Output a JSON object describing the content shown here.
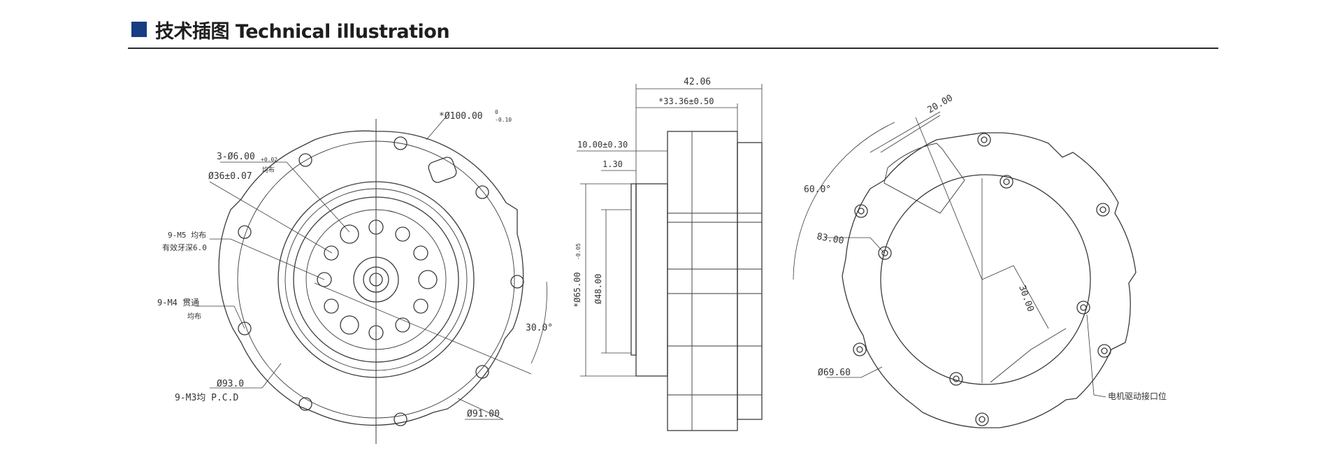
{
  "header": {
    "title": "技术插图 Technical illustration",
    "accent_color": "#173d82"
  },
  "front_view": {
    "labels": {
      "outer_dia": "*Ø100.00",
      "outer_tol_top": "0",
      "outer_tol_bot": "-0.10",
      "holes_3": "3-Ø6.00",
      "holes_3_tol": "+0.02",
      "holes_3_note": "均布",
      "dia_36": "Ø36±0.07",
      "m5": "9-M5 均布",
      "m5_depth": "有效牙深6.0",
      "m4": "9-M4 贯通",
      "m4_note": "均布",
      "angle_30": "30.0°",
      "dia_93": "Ø93.0",
      "m3_pcd": "9-M3均 P.C.D",
      "dia_91": "Ø91.00"
    }
  },
  "side_view": {
    "labels": {
      "width_total": "42.06",
      "width_body": "*33.36±0.50",
      "flange_thickness": "10.00±0.30",
      "step": "1.30",
      "dia_65": "*Ø65.00",
      "dia_65_tol": "-0.05",
      "dia_48": "Ø48.00"
    }
  },
  "rear_view": {
    "labels": {
      "dim_20": "20.00",
      "angle_60": "60.0°",
      "dim_83": "83.00",
      "dim_30": "30.00",
      "dia_69": "Ø69.60",
      "connector_note": "电机驱动接口位"
    }
  }
}
